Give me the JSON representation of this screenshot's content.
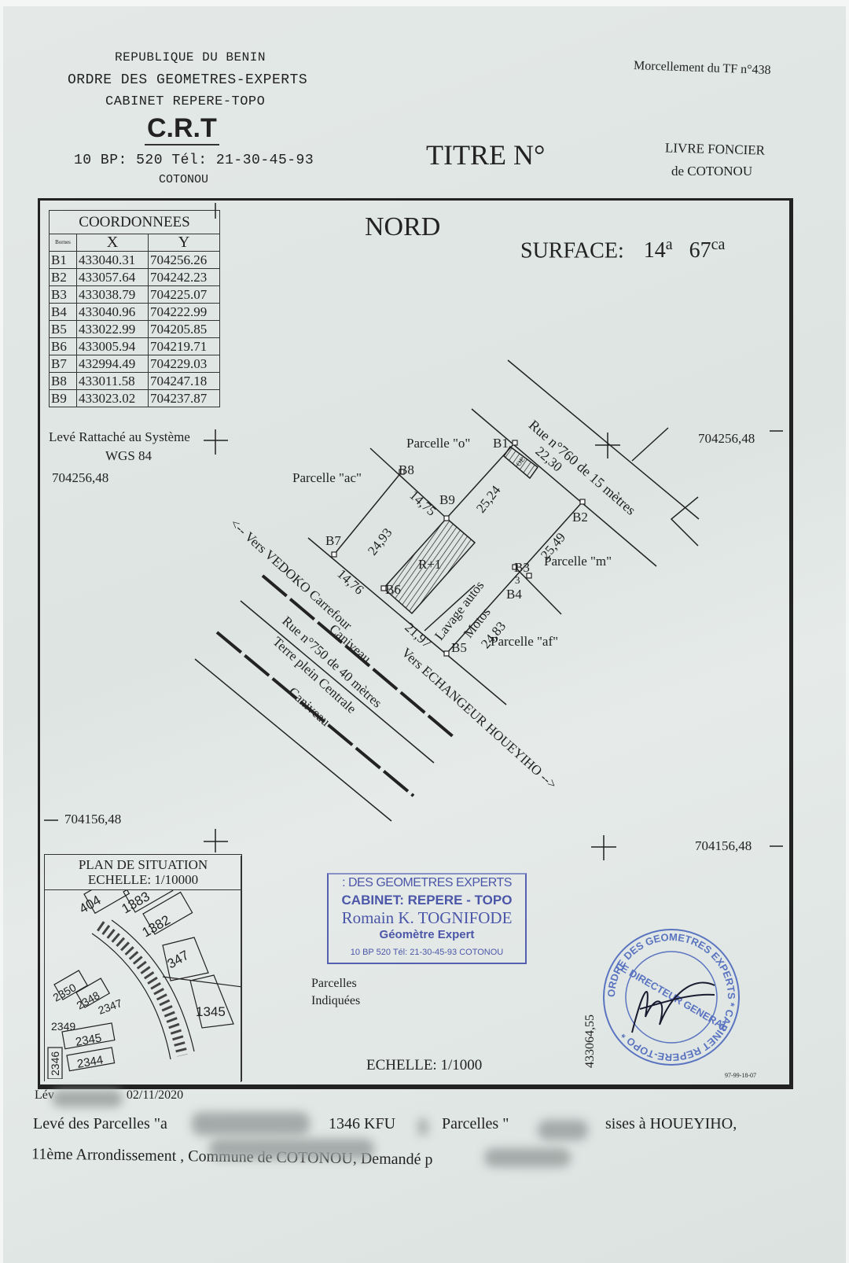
{
  "header": {
    "line1": "REPUBLIQUE DU BENIN",
    "line2": "ORDRE DES GEOMETRES-EXPERTS",
    "line3": "CABINET REPERE-TOPO",
    "logo": "C.R.T",
    "address": "10 BP: 520 Tél: 21-30-45-93",
    "city": "COTONOU",
    "titre": "TITRE N°",
    "morcellement": "Morcellement du TF n°438",
    "livre_foncier": "LIVRE FONCIER",
    "livre_foncier_city": "de COTONOU"
  },
  "plan": {
    "nord": "NORD",
    "surface_label": "SURFACE:",
    "surface_a": "14",
    "surface_a_unit": "a",
    "surface_ca": "67",
    "surface_ca_unit": "ca",
    "grid_y_top": "704256,48",
    "grid_y_top_right": "704256,48",
    "grid_y_bottom": "704156,48",
    "grid_y_bottom_right": "704156,48",
    "grid_x": "433064,55",
    "systeme": "Levé Rattaché au Système",
    "wgs": "WGS 84",
    "echelle": "ECHELLE: 1/1000",
    "ref_code": "97-99-18-07"
  },
  "coordinates": {
    "title": "COORDONNEES",
    "col_bornes": "Bornes",
    "col_x": "X",
    "col_y": "Y",
    "rows": [
      {
        "b": "B1",
        "x": "433040.31",
        "y": "704256.26"
      },
      {
        "b": "B2",
        "x": "433057.64",
        "y": "704242.23"
      },
      {
        "b": "B3",
        "x": "433038.79",
        "y": "704225.07"
      },
      {
        "b": "B4",
        "x": "433040.96",
        "y": "704222.99"
      },
      {
        "b": "B5",
        "x": "433022.99",
        "y": "704205.85"
      },
      {
        "b": "B6",
        "x": "433005.94",
        "y": "704219.71"
      },
      {
        "b": "B7",
        "x": "432994.49",
        "y": "704229.03"
      },
      {
        "b": "B8",
        "x": "433011.58",
        "y": "704247.18"
      },
      {
        "b": "B9",
        "x": "433023.02",
        "y": "704237.87"
      }
    ]
  },
  "map_labels": {
    "parcelle_o": "Parcelle \"o\"",
    "parcelle_ac": "Parcelle \"ac\"",
    "parcelle_m": "Parcelle \"m\"",
    "parcelle_af": "Parcelle \"af\"",
    "rue_760": "Rue n°760 de 15 mètres",
    "d_22_30": "22,30",
    "d_25_24": "25,24",
    "d_14_75": "14,75",
    "d_24_93": "24,93",
    "d_14_76": "14,76",
    "d_21_97": "21,97",
    "d_25_49": "25,49",
    "d_24_83": "24,83",
    "d_3": "3",
    "r_plus_1": "R+1",
    "oe": "OE",
    "lavage": "Lavage autos",
    "motos": "Motos",
    "vers_vedoko": "<-- Vers VEDOKO Carrefour",
    "vers_echangeur": "Vers ECHANGEUR HOUEYIHO -->",
    "caniveau1": "Caniveau",
    "rue_750": "Rue n°750 de 40 mètres",
    "terre_plein": "Terre plein Centrale",
    "caniveau2": "Caniveau",
    "bornes": [
      "B1",
      "B2",
      "B3",
      "B4",
      "B5",
      "B6",
      "B7",
      "B8",
      "B9"
    ]
  },
  "situation": {
    "title": "PLAN DE SITUATION",
    "echelle": "ECHELLE: 1/10000",
    "lots": [
      "404",
      "1383",
      "1382",
      "347",
      "1345",
      "2350",
      "2348",
      "2347",
      "2349",
      "2345",
      "2346",
      "2344"
    ],
    "parcelles_label": "Parcelles",
    "indiquees_label": "Indiquées"
  },
  "stamp": {
    "line1": ": DES GEOMETRES EXPERTS",
    "line2": "CABINET: REPERE - TOPO",
    "line3": "Romain K. TOGNIFODE",
    "line4": "Géomètre Expert",
    "line5": "10 BP 520 Tél: 21-30-45-93 COTONOU",
    "seal_text": "ORDRE DES GEOMETRES EXPERTS * CABINET REPERE-TOPO *",
    "seal_inner": "LE DIRECTEUR GENERAL"
  },
  "footer": {
    "leve_prefix": "Lév",
    "leve_date": "02/11/2020",
    "line1_a": "Levé des Parcelles \"a",
    "line1_b": "1346 KFU",
    "line1_c": "Parcelles \"",
    "line1_d": "sises à HOUEYIHO,",
    "line2_a": "11ème Arrondissement , Commune  de COTONOU, Demandé p"
  }
}
